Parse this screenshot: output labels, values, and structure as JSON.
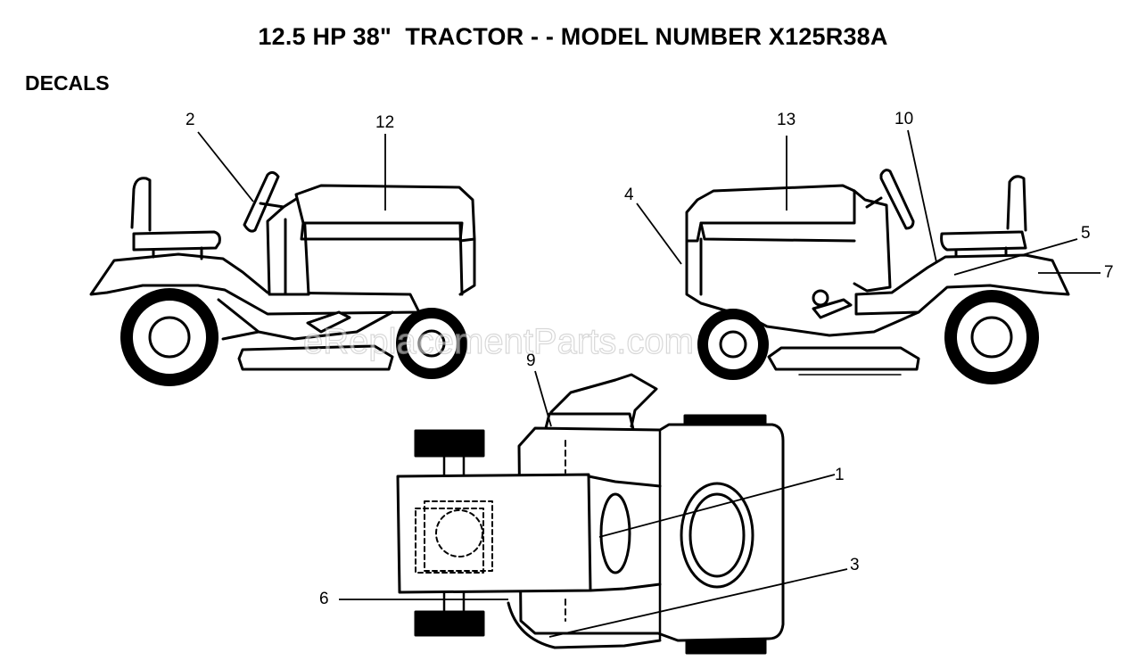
{
  "title": "12.5 HP 38\"  TRACTOR - - MODEL NUMBER X125R38A",
  "section": "DECALS",
  "watermark": "eReplacementParts.com",
  "callouts": {
    "c1": "1",
    "c2": "2",
    "c3": "3",
    "c4": "4",
    "c5": "5",
    "c6": "6",
    "c7": "7",
    "c9": "9",
    "c10": "10",
    "c12": "12",
    "c13": "13"
  },
  "colors": {
    "line": "#000000",
    "background": "#ffffff"
  }
}
